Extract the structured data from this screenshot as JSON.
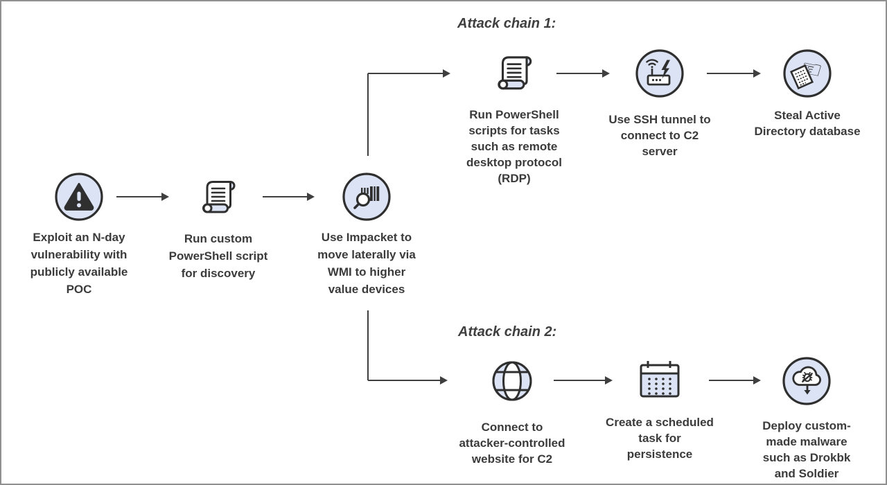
{
  "diagram": {
    "colors": {
      "icon_fill": "#dbe3f4",
      "icon_stroke": "#2f2f2f",
      "text": "#3b3b3b",
      "arrow": "#3f3f3f",
      "background": "#ffffff",
      "frame_border": "#909090"
    },
    "main_chain": {
      "steps": [
        {
          "icon": "alert-triangle-icon",
          "label": "Exploit an N-day vulnerability with publicly available POC"
        },
        {
          "icon": "script-scroll-icon",
          "label": "Run custom PowerShell script for discovery"
        },
        {
          "icon": "barcode-search-icon",
          "label": "Use Impacket to move laterally via WMI to higher value devices"
        }
      ]
    },
    "attack_chain_1": {
      "title": "Attack chain 1:",
      "steps": [
        {
          "icon": "script-scroll-icon",
          "label": "Run PowerShell scripts for tasks such as remote desktop protocol (RDP)"
        },
        {
          "icon": "router-lightning-icon",
          "label": "Use SSH tunnel to connect to C2 server"
        },
        {
          "icon": "document-steal-icon",
          "label": "Steal Active Directory database"
        }
      ]
    },
    "attack_chain_2": {
      "title": "Attack chain 2:",
      "steps": [
        {
          "icon": "globe-icon",
          "label": "Connect to attacker-controlled website for C2"
        },
        {
          "icon": "calendar-icon",
          "label": "Create a scheduled task for persistence"
        },
        {
          "icon": "cloud-malware-download-icon",
          "label": "Deploy custom-made malware such as Drokbk and Soldier"
        }
      ]
    }
  }
}
